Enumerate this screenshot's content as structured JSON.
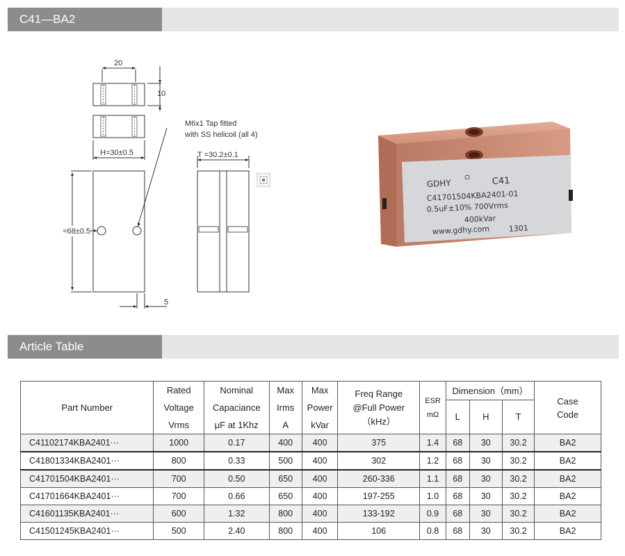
{
  "sections": {
    "product_title": "C41—BA2",
    "table_title": "Article Table"
  },
  "drawing": {
    "top_width": "20",
    "top_height": "10",
    "h_dim": "H=30±0.5",
    "t_dim": "T =30.2±0.1",
    "l_dim": "L=68±0.5",
    "offset_dim": "5",
    "note_line1": "M6x1 Tap fitted",
    "note_line2": "with SS helicoil (all 4)"
  },
  "photo": {
    "brand": "GDHY",
    "model": "C41",
    "line1": "C41701504KBA2401-01",
    "line2": "0.5uF±10%  700Vrms",
    "line3": "400kVar",
    "line4": "www.gdhy.com",
    "line5": "1301"
  },
  "table": {
    "headers": {
      "part_number": "Part Number",
      "rated_voltage": [
        "Rated",
        "Voltage",
        "Vrms"
      ],
      "capacitance": [
        "Nominal",
        "Capaciance",
        "μF at 1Khz"
      ],
      "irms": [
        "Max",
        "Irms",
        "A"
      ],
      "power": [
        "Max",
        "Power",
        "kVar"
      ],
      "freq": [
        "Freq Range",
        "@Full Power",
        "（kHz）"
      ],
      "esr": [
        "ESR",
        "mΩ"
      ],
      "dimension": "Dimension（mm）",
      "dim_l": "L",
      "dim_h": "H",
      "dim_t": "T",
      "case": [
        "Case",
        "Code"
      ]
    },
    "rows": [
      [
        "C41102174KBA2401···",
        "1000",
        "0.17",
        "400",
        "400",
        "375",
        "1.4",
        "68",
        "30",
        "30.2",
        "BA2"
      ],
      [
        "C41801334KBA2401···",
        "800",
        "0.33",
        "500",
        "400",
        "302",
        "1.2",
        "68",
        "30",
        "30.2",
        "BA2"
      ],
      [
        "C41701504KBA2401···",
        "700",
        "0.50",
        "650",
        "400",
        "260-336",
        "1.1",
        "68",
        "30",
        "30.2",
        "BA2"
      ],
      [
        "C41701664KBA2401···",
        "700",
        "0.66",
        "650",
        "400",
        "197-255",
        "1.0",
        "68",
        "30",
        "30.2",
        "BA2"
      ],
      [
        "C41601135KBA2401···",
        "600",
        "1.32",
        "800",
        "400",
        "133-192",
        "0.9",
        "68",
        "30",
        "30.2",
        "BA2"
      ],
      [
        "C41501245KBA2401···",
        "500",
        "2.40",
        "800",
        "400",
        "106",
        "0.8",
        "68",
        "30",
        "30.2",
        "BA2"
      ]
    ]
  },
  "icons": {
    "expand": "expand-icon"
  }
}
